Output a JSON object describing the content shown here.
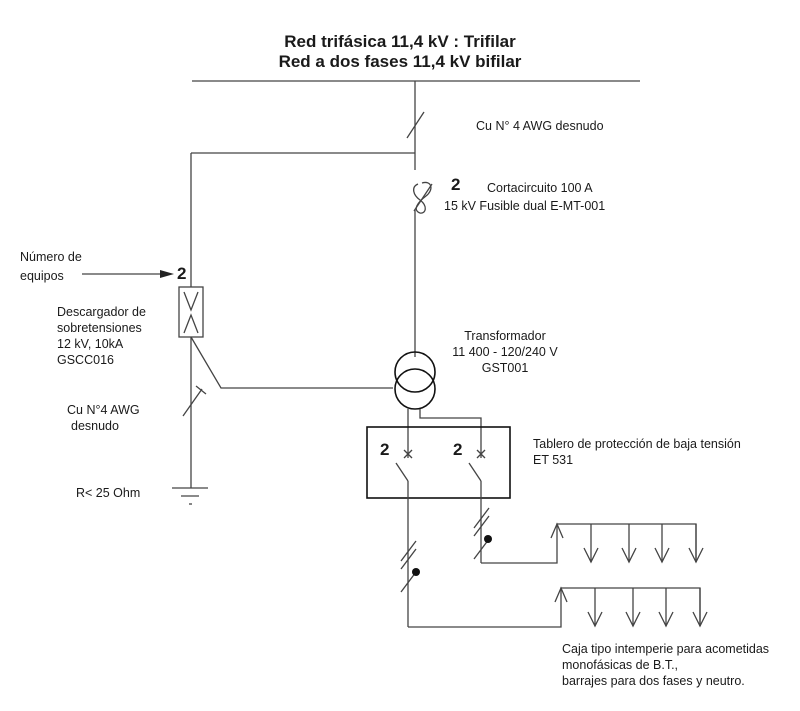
{
  "title": {
    "line1": "Red trifásica 11,4 kV : Trifilar",
    "line2": "Red a dos fases 11,4 kV bifilar"
  },
  "conductor_top": {
    "label": "Cu N° 4 AWG desnudo"
  },
  "cutout": {
    "quantity": "2",
    "line1": "Cortacircuito 100 A",
    "line2": "15 kV Fusible dual E-MT-001"
  },
  "equipment_count_note": {
    "line1": "Número de",
    "line2": "equipos"
  },
  "surge_arrester": {
    "quantity": "2",
    "line1": "Descargador de",
    "line2": "sobretensiones",
    "line3": "12 kV, 10kA",
    "line4": "GSCC016"
  },
  "transformer": {
    "line1": "Transformador",
    "line2": "11 400 - 120/240 V",
    "line3": "GST001"
  },
  "ground_conductor": {
    "line1": "Cu N°4 AWG",
    "line2": "desnudo"
  },
  "ground_resistance": {
    "label": "R< 25 Ohm"
  },
  "lv_panel": {
    "breaker1_quantity": "2",
    "breaker2_quantity": "2",
    "line1": "Tablero de protección de baja tensión",
    "line2": "ET 531"
  },
  "service_box": {
    "line1": "Caja tipo intemperie para acometidas",
    "line2": "monofásicas de B.T.,",
    "line3": "barrajes para dos fases y neutro."
  }
}
